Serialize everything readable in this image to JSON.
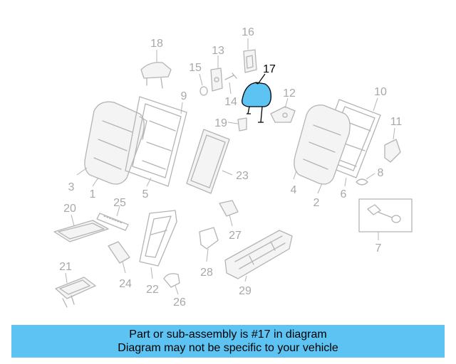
{
  "highlight_color": "#5cc3f2",
  "highlighted_part": "17",
  "callouts": {
    "c1": "1",
    "c2": "2",
    "c3": "3",
    "c4": "4",
    "c5": "5",
    "c6": "6",
    "c7": "7",
    "c8": "8",
    "c9": "9",
    "c10": "10",
    "c11": "11",
    "c12": "12",
    "c13": "13",
    "c14": "14",
    "c15": "15",
    "c16": "16",
    "c17": "17",
    "c18": "18",
    "c19": "19",
    "c20": "20",
    "c21": "21",
    "c22": "22",
    "c23": "23",
    "c24": "24",
    "c25": "25",
    "c26": "26",
    "c27": "27",
    "c28": "28",
    "c29": "29"
  },
  "banner": {
    "line1": "Part or sub-assembly is #17 in diagram",
    "line2": "Diagram may not be specific to your vehicle"
  }
}
